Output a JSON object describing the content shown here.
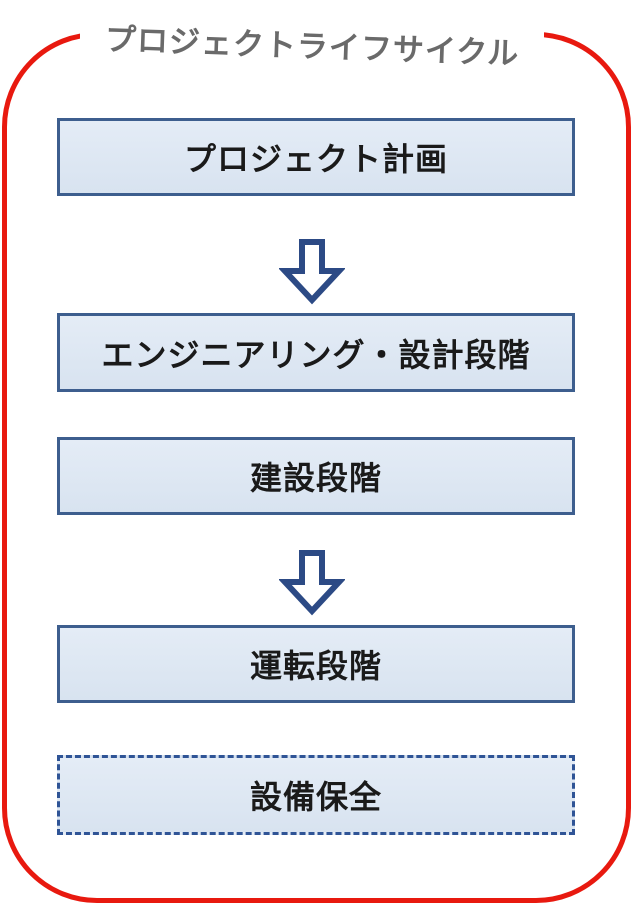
{
  "title": "プロジェクトライフサイクル",
  "boxes": [
    {
      "label": "プロジェクト計画",
      "border_style": "solid"
    },
    {
      "label": "エンジニアリング・設計段階",
      "border_style": "solid"
    },
    {
      "label": "建設段階",
      "border_style": "solid"
    },
    {
      "label": "運転段階",
      "border_style": "solid"
    },
    {
      "label": "設備保全",
      "border_style": "dashed"
    }
  ],
  "arrows": [
    {
      "from": "プロジェクト計画",
      "to": "エンジニアリング・設計段階",
      "direction": "down"
    },
    {
      "from": "建設段階",
      "to": "運転段階",
      "direction": "down"
    }
  ],
  "colors": {
    "frame_red": "#e8190f",
    "box_fill": "#dce6f1",
    "box_border": "#3d5e8e",
    "dashed_border": "#2f5496",
    "arrow_outline": "#2c4a85",
    "title_text": "#6a6a6a",
    "box_text": "#1a1a1a"
  }
}
